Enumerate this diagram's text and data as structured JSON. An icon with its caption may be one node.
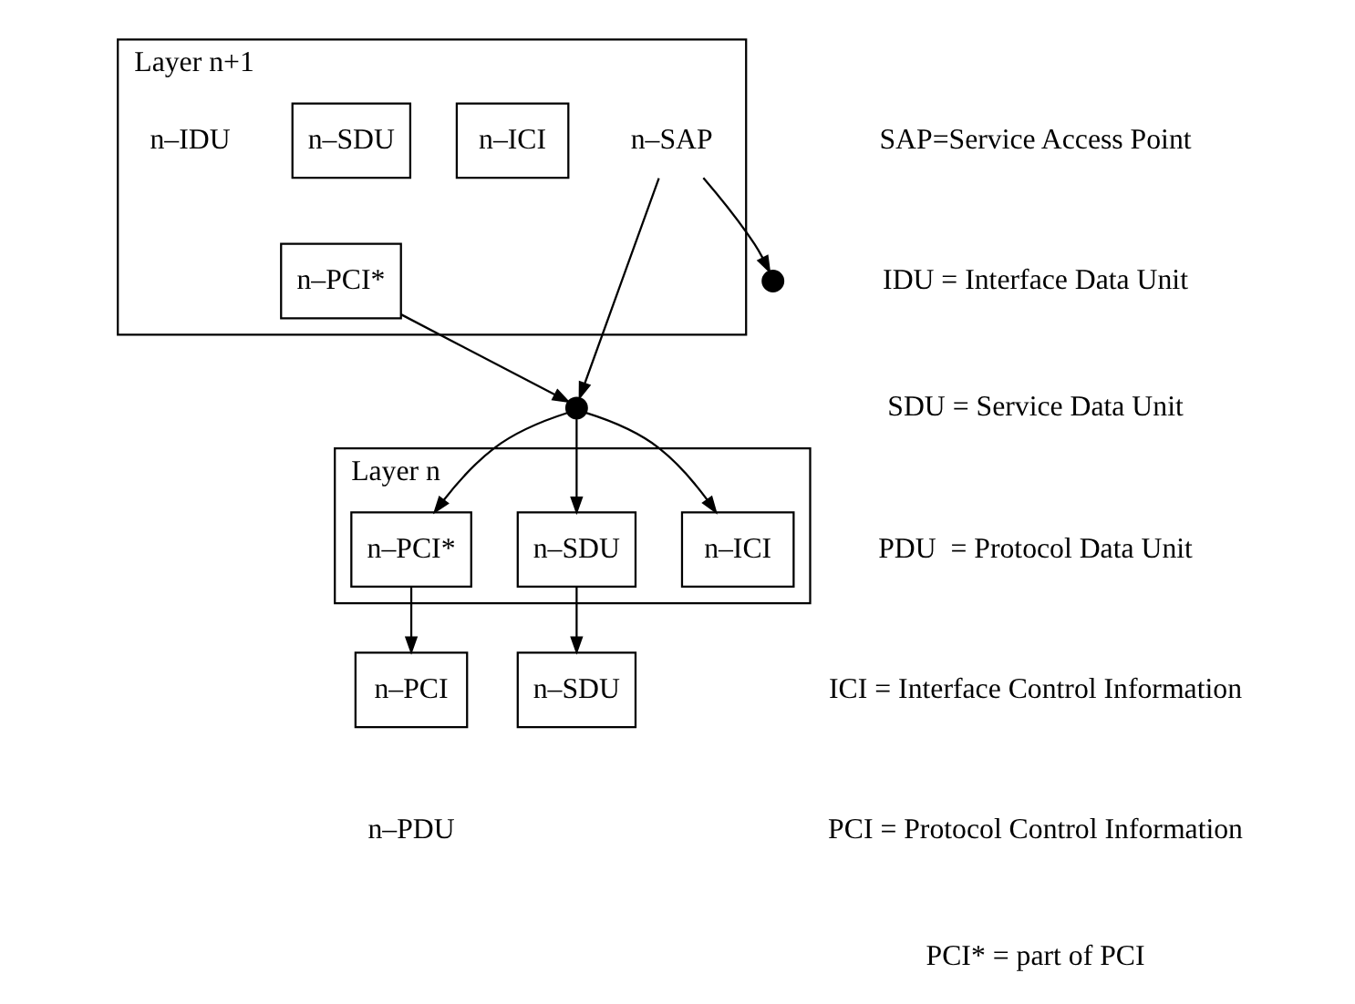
{
  "diagram": {
    "nodes": [
      {
        "text": [
          "Layer n+1"
        ]
      },
      {
        "text": [
          "n–ICI"
        ],
        "in": 0
      },
      {
        "text": [
          "n–PCI*"
        ],
        "in": 0
      },
      {
        "text": [
          "n–SDU"
        ],
        "in": 0
      },
      {
        "text": [],
        "shape": "circle"
      },
      {
        "text": [],
        "shape": "circle"
      },
      {
        "text": [
          "n–SAP"
        ],
        "in": 0
      },
      {
        "text": [
          "Layer n"
        ]
      },
      {
        "text": [
          "n–ICI"
        ],
        "in": 7
      },
      {
        "text": [
          "n–PCI*"
        ],
        "in": 7
      },
      {
        "text": [
          "n–SDU"
        ],
        "in": 7
      },
      {
        "text": [
          "n–PCI"
        ]
      },
      {
        "text": [
          "n–SDU"
        ]
      }
    ],
    "edges": [
      {
        "from": 2,
        "to": 4,
        "arrow": "to"
      },
      {
        "from": 6,
        "to": 4,
        "arrow": "to"
      },
      {
        "from": 6,
        "to": 5,
        "arrow": "to"
      },
      {
        "from": 4,
        "to": 8,
        "arrow": "to"
      },
      {
        "from": 4,
        "to": 9,
        "arrow": "to"
      },
      {
        "from": 4,
        "to": 10,
        "arrow": "to"
      },
      {
        "from": 9,
        "to": 11,
        "arrow": "to"
      },
      {
        "from": 10,
        "to": 12,
        "arrow": "to"
      }
    ],
    "labels": [
      "n–IDU",
      "n–PDU",
      "SAP=Service Access Point",
      "IDU = Interface Data Unit",
      "SDU = Service Data Unit",
      "PDU  = Protocol Data Unit",
      "ICI = Interface Control Information",
      "PCI = Protocol Control Information",
      "PCI* = part of PCI"
    ]
  }
}
